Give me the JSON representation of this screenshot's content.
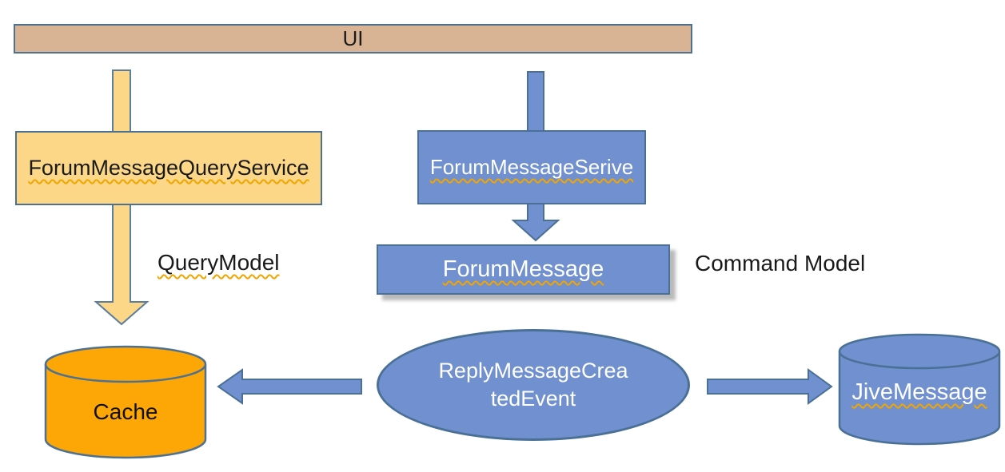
{
  "diagram": {
    "ui_bar": {
      "label": "UI"
    },
    "query_side": {
      "service_box_label": "ForumMessageQueryService",
      "model_label": "QueryModel",
      "cache_label": "Cache"
    },
    "command_side": {
      "service_box_label": "ForumMessageSerive",
      "aggregate_box_label": "ForumMessage",
      "model_label": "Command Model"
    },
    "event_ellipse": {
      "label_line1": "ReplyMessageCrea",
      "label_line2": "tedEvent"
    },
    "store": {
      "label": "JiveMessage"
    },
    "colors": {
      "ui_bar_fill": "#D9B494",
      "query_fill": "#FCD787",
      "command_fill": "#7090D0",
      "cache_fill": "#FDA706",
      "shape_border": "#4F7191",
      "blue_border": "#4A7096",
      "spellcheck_underline": "#F0A500"
    }
  }
}
